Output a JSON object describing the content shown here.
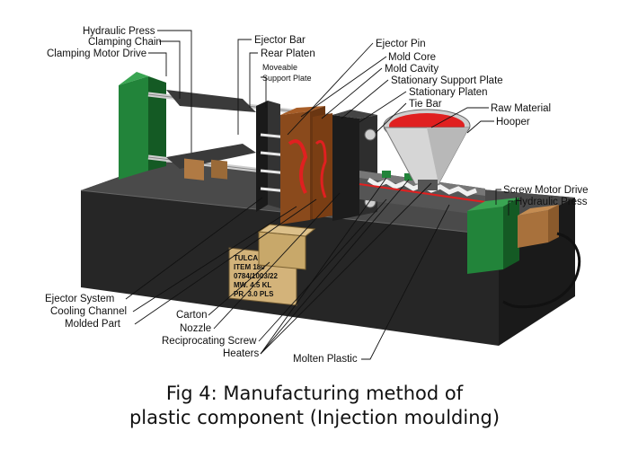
{
  "labels": {
    "hydraulic_press_left": "Hydraulic Press",
    "clamping_chain": "Clamping Chain",
    "clamping_motor_drive": "Clamping Motor Drive",
    "ejector_bar": "Ejector Bar",
    "rear_platen": "Rear Platen",
    "moveable_support_plate_1": "Moveable",
    "moveable_support_plate_2": "Support Plate",
    "ejector_pin": "Ejector Pin",
    "mold_core": "Mold Core",
    "mold_cavity": "Mold Cavity",
    "stationary_support_plate": "Stationary Support Plate",
    "stationary_platen": "Stationary Platen",
    "tie_bar": "Tie Bar",
    "raw_material": "Raw Material",
    "hooper": "Hooper",
    "screw_motor_drive": "Screw Motor Drive",
    "hydraulic_press_right": "Hydraulic Press",
    "ejector_system": "Ejector System",
    "cooling_channel": "Cooling Channel",
    "molded_part": "Molded Part",
    "carton": "Carton",
    "nozzle": "Nozzle",
    "reciprocating_screw": "Reciprocating Screw",
    "heaters": "Heaters",
    "molten_plastic": "Molten Plastic"
  },
  "nameplate": [
    "TULCAN MOLD",
    "ITEM 180",
    "0784/1003/22",
    "MW. 4.5 KL",
    "PR.  3.0 PLS"
  ],
  "caption": {
    "line1": "Fig 4: Manufacturing method of",
    "line2": "plastic component (Injection moulding)"
  },
  "colors": {
    "machine_body": "#2b2b2b",
    "green_drive": "#1e7a2e",
    "brown_mold": "#8a4a1c",
    "tan_press": "#b07a44",
    "molten_red": "#e02020",
    "carton": "#c8a86a"
  }
}
